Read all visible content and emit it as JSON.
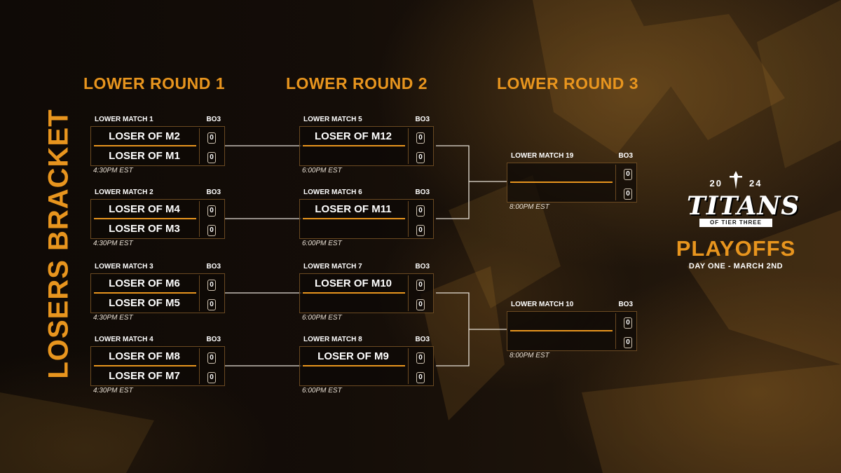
{
  "side_title": "LOSERS BRACKET",
  "rounds": [
    {
      "title": "LOWER ROUND 1"
    },
    {
      "title": "LOWER ROUND 2"
    },
    {
      "title": "LOWER ROUND 3"
    }
  ],
  "matches": [
    {
      "label": "LOWER MATCH 1",
      "format": "BO3",
      "team1": "LOSER OF M2",
      "score1": "0",
      "team2": "LOSER OF M1",
      "score2": "0",
      "time": "4:30PM EST"
    },
    {
      "label": "LOWER MATCH 2",
      "format": "BO3",
      "team1": "LOSER OF M4",
      "score1": "0",
      "team2": "LOSER OF M3",
      "score2": "0",
      "time": "4:30PM EST"
    },
    {
      "label": "LOWER MATCH 3",
      "format": "BO3",
      "team1": "LOSER OF M6",
      "score1": "0",
      "team2": "LOSER OF M5",
      "score2": "0",
      "time": "4:30PM EST"
    },
    {
      "label": "LOWER MATCH 4",
      "format": "BO3",
      "team1": "LOSER OF M8",
      "score1": "0",
      "team2": "LOSER OF M7",
      "score2": "0",
      "time": "4:30PM EST"
    },
    {
      "label": "LOWER MATCH 5",
      "format": "BO3",
      "team1": "LOSER OF M12",
      "score1": "0",
      "team2": "",
      "score2": "0",
      "time": "6:00PM EST"
    },
    {
      "label": "LOWER MATCH 6",
      "format": "BO3",
      "team1": "LOSER OF M11",
      "score1": "0",
      "team2": "",
      "score2": "0",
      "time": "6:00PM EST"
    },
    {
      "label": "LOWER MATCH 7",
      "format": "BO3",
      "team1": "LOSER OF M10",
      "score1": "0",
      "team2": "",
      "score2": "0",
      "time": "6:00PM EST"
    },
    {
      "label": "LOWER MATCH 8",
      "format": "BO3",
      "team1": "LOSER OF M9",
      "score1": "0",
      "team2": "",
      "score2": "0",
      "time": "6:00PM EST"
    },
    {
      "label": "LOWER MATCH 19",
      "format": "BO3",
      "team1": "",
      "score1": "0",
      "team2": "",
      "score2": "0",
      "time": "8:00PM EST"
    },
    {
      "label": "LOWER MATCH 10",
      "format": "BO3",
      "team1": "",
      "score1": "0",
      "team2": "",
      "score2": "0",
      "time": "8:00PM EST"
    }
  ],
  "logo": {
    "year_left": "20",
    "year_right": "24",
    "wordmark": "TITANS",
    "wordmark_sub": "OF TIER THREE",
    "event": "PLAYOFFS",
    "date": "DAY ONE - MARCH 2ND"
  },
  "colors": {
    "accent": "#e8951e",
    "background": "#140d08",
    "box_border": "#6b4a22"
  }
}
